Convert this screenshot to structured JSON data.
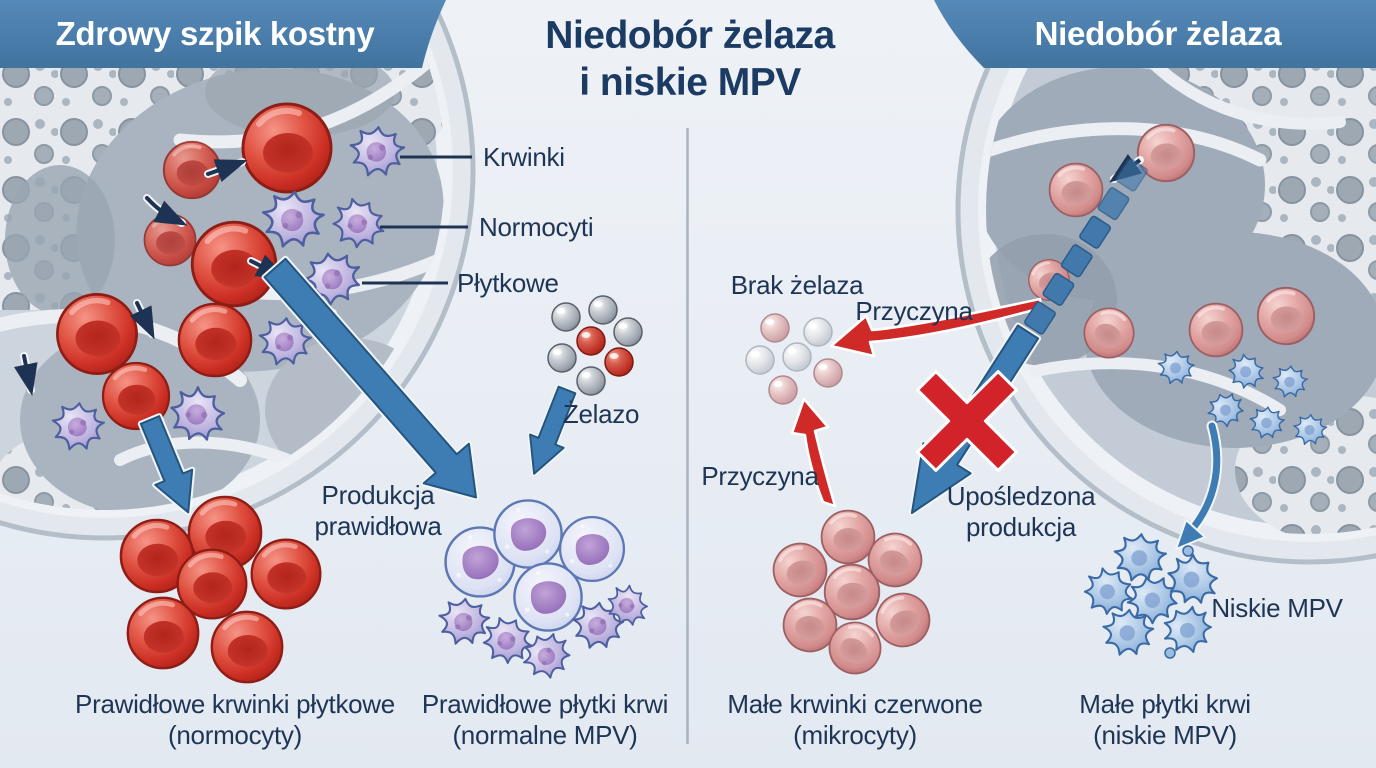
{
  "colors": {
    "background": "#e9eef4",
    "banner_blue": "#4a80b0",
    "title_navy": "#1c3b63",
    "label_navy": "#1e3556",
    "arrow_blue": "#3e7cb4",
    "arrow_red": "#cf2a28",
    "cross_red": "#d2232a",
    "rbc_red": "#d63a2e",
    "rbc_pale": "#dfa3a1",
    "platelet_purple": "#b7aede",
    "platelet_blue": "#a9c4e4",
    "divider_gray": "#a7b4bf"
  },
  "header": {
    "left_banner": "Zdrowy szpik kostny",
    "title_line1": "Niedobór żelaza",
    "title_line2": "i niskie MPV",
    "right_banner": "Niedobór żelaza"
  },
  "left_panel": {
    "marrow_labels": [
      {
        "label": "Krwinki"
      },
      {
        "label": "Normocyti"
      },
      {
        "label": "Płytkowe"
      }
    ],
    "iron_label": "Żelazo",
    "production_line1": "Produkcja",
    "production_line2": "prawidłowa",
    "caption_rbc_line1": "Prawidłowe krwinki płytkowe",
    "caption_rbc_line2": "(normocyty)",
    "caption_platelet_line1": "Prawidłowe płytki krwi",
    "caption_platelet_line2": "(normalne MPV)"
  },
  "right_panel": {
    "iron_deficiency_label": "Brak żelaza",
    "cause_label_upper": "Przyczyna",
    "cause_label_lower": "Przyczyna",
    "impaired_line1": "Upośledzona",
    "impaired_line2": "produkcja",
    "low_mpv_label": "Niskie MPV",
    "caption_microcyte_line1": "Małe krwinki czerwone",
    "caption_microcyte_line2": "(mikrocyty)",
    "caption_platelet_line1": "Małe płytki krwi",
    "caption_platelet_line2": "(niskie MPV)"
  }
}
